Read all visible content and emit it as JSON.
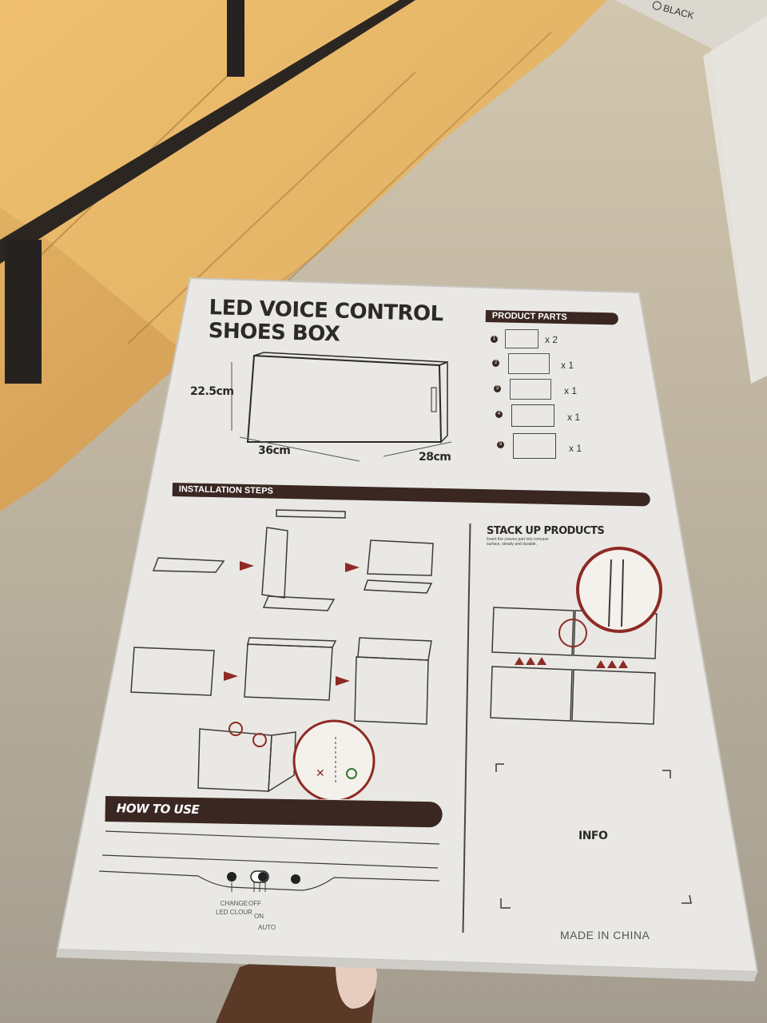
{
  "box_back": {
    "title_line1": "LED VOICE CONTROL",
    "title_line2": "SHOES BOX",
    "dimensions": {
      "height": "22.5cm",
      "width": "36cm",
      "depth": "28cm"
    },
    "product_parts": {
      "header": "PRODUCT PARTS",
      "items": [
        {
          "num": "1",
          "qty": "x 2"
        },
        {
          "num": "2",
          "qty": "x 1"
        },
        {
          "num": "3",
          "qty": "x 1"
        },
        {
          "num": "4",
          "qty": "x 1"
        },
        {
          "num": "5",
          "qty": "x 1"
        }
      ]
    },
    "installation_steps_header": "INSTALLATION STEPS",
    "stack_up": {
      "title": "STACK UP PRODUCTS",
      "note_line1": "Insert the convex part into concave",
      "note_line2": "surface, steady and durable."
    },
    "how_to_use": {
      "header": "HOW TO USE",
      "labels": {
        "change_line1": "CHANGE",
        "change_line2": "LED CLOUR",
        "off": "OFF",
        "on": "ON",
        "auto": "AUTO"
      }
    },
    "info_label": "INFO",
    "made_in": "MADE IN CHINA"
  },
  "background_box": {
    "label": "BLACK"
  },
  "colors": {
    "accent_red": "#8e2a24",
    "bar_brown": "#3a2722",
    "paper": "#e9e8e4",
    "ink": "#3c3a38"
  }
}
